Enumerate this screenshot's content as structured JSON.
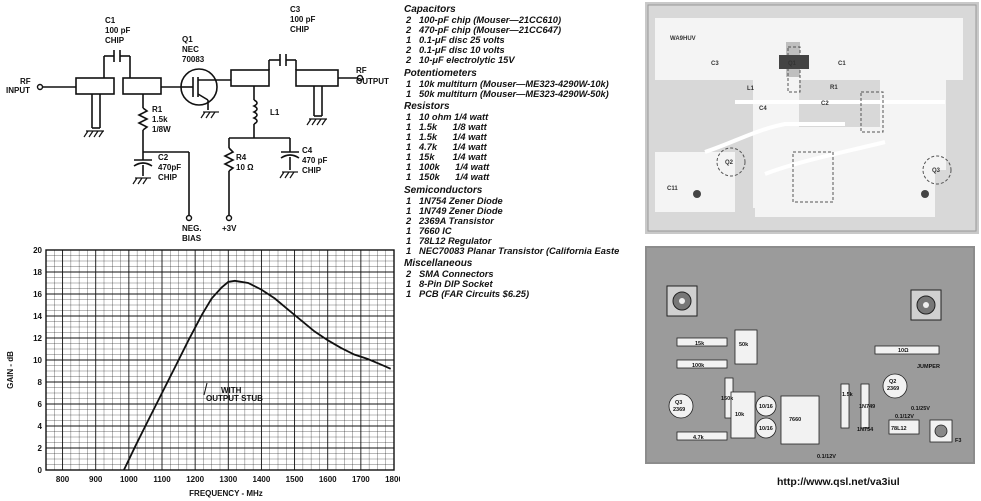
{
  "schematic": {
    "rf_input": [
      "RF",
      "INPUT"
    ],
    "rf_output": [
      "RF",
      "OUTPUT"
    ],
    "c1": [
      "C1",
      "100 pF",
      "CHIP"
    ],
    "c3": [
      "C3",
      "100 pF",
      "CHIP"
    ],
    "q1": [
      "Q1",
      "NEC",
      "70083"
    ],
    "r1": [
      "R1",
      "1.5k",
      "1/8W"
    ],
    "c2": [
      "C2",
      "470pF",
      "CHIP"
    ],
    "l1": "L1",
    "r4": [
      "R4",
      "10 Ω"
    ],
    "c4": [
      "C4",
      "470 pF",
      "CHIP"
    ],
    "neg_bias": [
      "NEG.",
      "BIAS"
    ],
    "plus3v": "+3V"
  },
  "parts_list": [
    {
      "title": "Capacitors",
      "items": [
        {
          "qty": "2",
          "desc": "100-pF chip (Mouser—21CC610)"
        },
        {
          "qty": "2",
          "desc": "470-pF chip (Mouser—21CC647)"
        },
        {
          "qty": "1",
          "desc": "0.1-μF disc 25 volts"
        },
        {
          "qty": "2",
          "desc": "0.1-μF disc 10 volts"
        },
        {
          "qty": "2",
          "desc": "10-μF electrolytic 15V"
        }
      ]
    },
    {
      "title": "Potentiometers",
      "items": [
        {
          "qty": "1",
          "desc": "10k multiturn (Mouser—ME323-4290W-10k)"
        },
        {
          "qty": "1",
          "desc": "50k multiturn (Mouser—ME323-4290W-50k)"
        }
      ]
    },
    {
      "title": "Resistors",
      "items": [
        {
          "qty": "1",
          "desc": "10 ohm 1/4 watt"
        },
        {
          "qty": "1",
          "desc": "1.5k      1/8 watt"
        },
        {
          "qty": "1",
          "desc": "1.5k      1/4 watt"
        },
        {
          "qty": "1",
          "desc": "4.7k      1/4 watt"
        },
        {
          "qty": "1",
          "desc": "15k       1/4 watt"
        },
        {
          "qty": "1",
          "desc": "100k      1/4 watt"
        },
        {
          "qty": "1",
          "desc": "150k      1/4 watt"
        }
      ]
    },
    {
      "title": "Semiconductors",
      "items": [
        {
          "qty": "1",
          "desc": "1N754 Zener Diode"
        },
        {
          "qty": "1",
          "desc": "1N749 Zener Diode"
        },
        {
          "qty": "2",
          "desc": "2369A Transistor"
        },
        {
          "qty": "1",
          "desc": "7660 IC"
        },
        {
          "qty": "1",
          "desc": "78L12 Regulator"
        },
        {
          "qty": "1",
          "desc": "NEC70083 Planar Transistor (California Easte"
        }
      ]
    },
    {
      "title": "Miscellaneous",
      "items": [
        {
          "qty": "2",
          "desc": "SMA Connectors"
        },
        {
          "qty": "1",
          "desc": "8-Pin DIP Socket"
        },
        {
          "qty": "1",
          "desc": "PCB (FAR Circuits $6.25)"
        }
      ]
    }
  ],
  "chart_data": {
    "type": "line",
    "xlabel": "FREQUENCY - MHz",
    "ylabel": "GAIN - dB",
    "xlim": [
      750,
      1800
    ],
    "ylim": [
      0,
      20
    ],
    "x_ticks": [
      800,
      900,
      1000,
      1100,
      1200,
      1300,
      1400,
      1500,
      1600,
      1700,
      1800
    ],
    "x_tick_labels": [
      "800",
      "900",
      "1000",
      "1100",
      "1200",
      "1300",
      "1400",
      "1500",
      "1600",
      "1700",
      "1800"
    ],
    "y_ticks": [
      0,
      2,
      4,
      6,
      8,
      10,
      12,
      14,
      16,
      18,
      20
    ],
    "grid": true,
    "annotation": [
      "WITH",
      "OUTPUT STUB"
    ],
    "series": [
      {
        "x": [
          985,
          1020,
          1060,
          1100,
          1140,
          1180,
          1220,
          1250,
          1280,
          1300,
          1320,
          1360,
          1400,
          1440,
          1480,
          1520,
          1560,
          1600,
          1640,
          1680,
          1720,
          1760,
          1790
        ],
        "y": [
          0,
          2.2,
          4.6,
          7.0,
          9.4,
          11.8,
          14.1,
          15.6,
          16.6,
          17.1,
          17.2,
          17.0,
          16.4,
          15.6,
          14.6,
          13.6,
          12.6,
          11.8,
          11.1,
          10.5,
          10.1,
          9.6,
          9.2
        ]
      }
    ]
  },
  "pcb_top": {
    "label": "WA9HUV",
    "parts": [
      "C3",
      "Q1",
      "C1",
      "L1",
      "R1",
      "C4",
      "C2",
      "Q2",
      "Q3",
      "C11"
    ]
  },
  "pcb_bottom": {
    "parts": [
      "15k",
      "100k",
      "50k",
      "150k",
      "4.7k",
      "10k",
      "7660",
      "10/16",
      "10/16",
      "Q3",
      "2369",
      "Q2",
      "2369",
      "1.5k",
      "1N749",
      "1N754",
      "10Ω",
      "JUMPER",
      "0.1/25V",
      "0.1/12V",
      "78L12",
      "0.1/12V",
      "F3"
    ]
  },
  "url": "http://www.qsl.net/va3iul"
}
